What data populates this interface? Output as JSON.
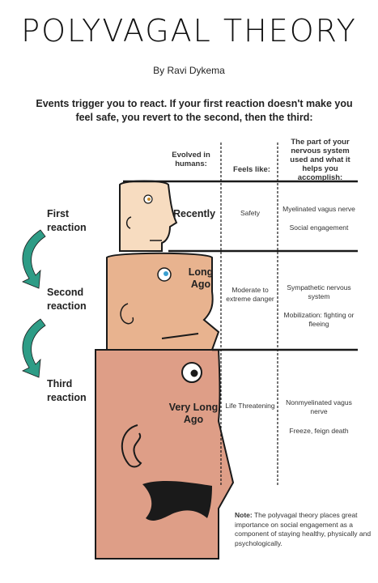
{
  "title": "POLYVAGAL THEORY",
  "author": "By Ravi Dykema",
  "intro": "Events trigger you to react. If your first reaction doesn't make you feel safe, you revert to the second, then the third:",
  "headers": {
    "evolved": "Evolved in humans:",
    "feels": "Feels like:",
    "nervous": "The part of your nervous system used and what it helps you accomplish:"
  },
  "reactions": [
    "First reaction",
    "Second reaction",
    "Third reaction"
  ],
  "rows": [
    {
      "evolved": "Recently",
      "feels": "Safety",
      "system": "Myelinated vagus nerve",
      "accomplish": "Social engagement"
    },
    {
      "evolved": "Long Ago",
      "feels": "Moderate to extreme danger",
      "system": "Sympathetic nervous system",
      "accomplish": "Mobilization: fighting or fleeing"
    },
    {
      "evolved": "Very Long Ago",
      "feels": "Life Threatening",
      "system": "Nonmyelinated vagus nerve",
      "accomplish": "Freeze, feign death"
    }
  ],
  "note": {
    "label": "Note:",
    "text": "The polyvagal theory places great importance on social engagement as a component of staying healthy, physically and psychologically."
  },
  "colors": {
    "arrow": "#2e9c86",
    "head_small": "#f7dcc0",
    "head_medium": "#e8b38f",
    "head_large": "#de9e87",
    "outline": "#1a1a1a"
  }
}
